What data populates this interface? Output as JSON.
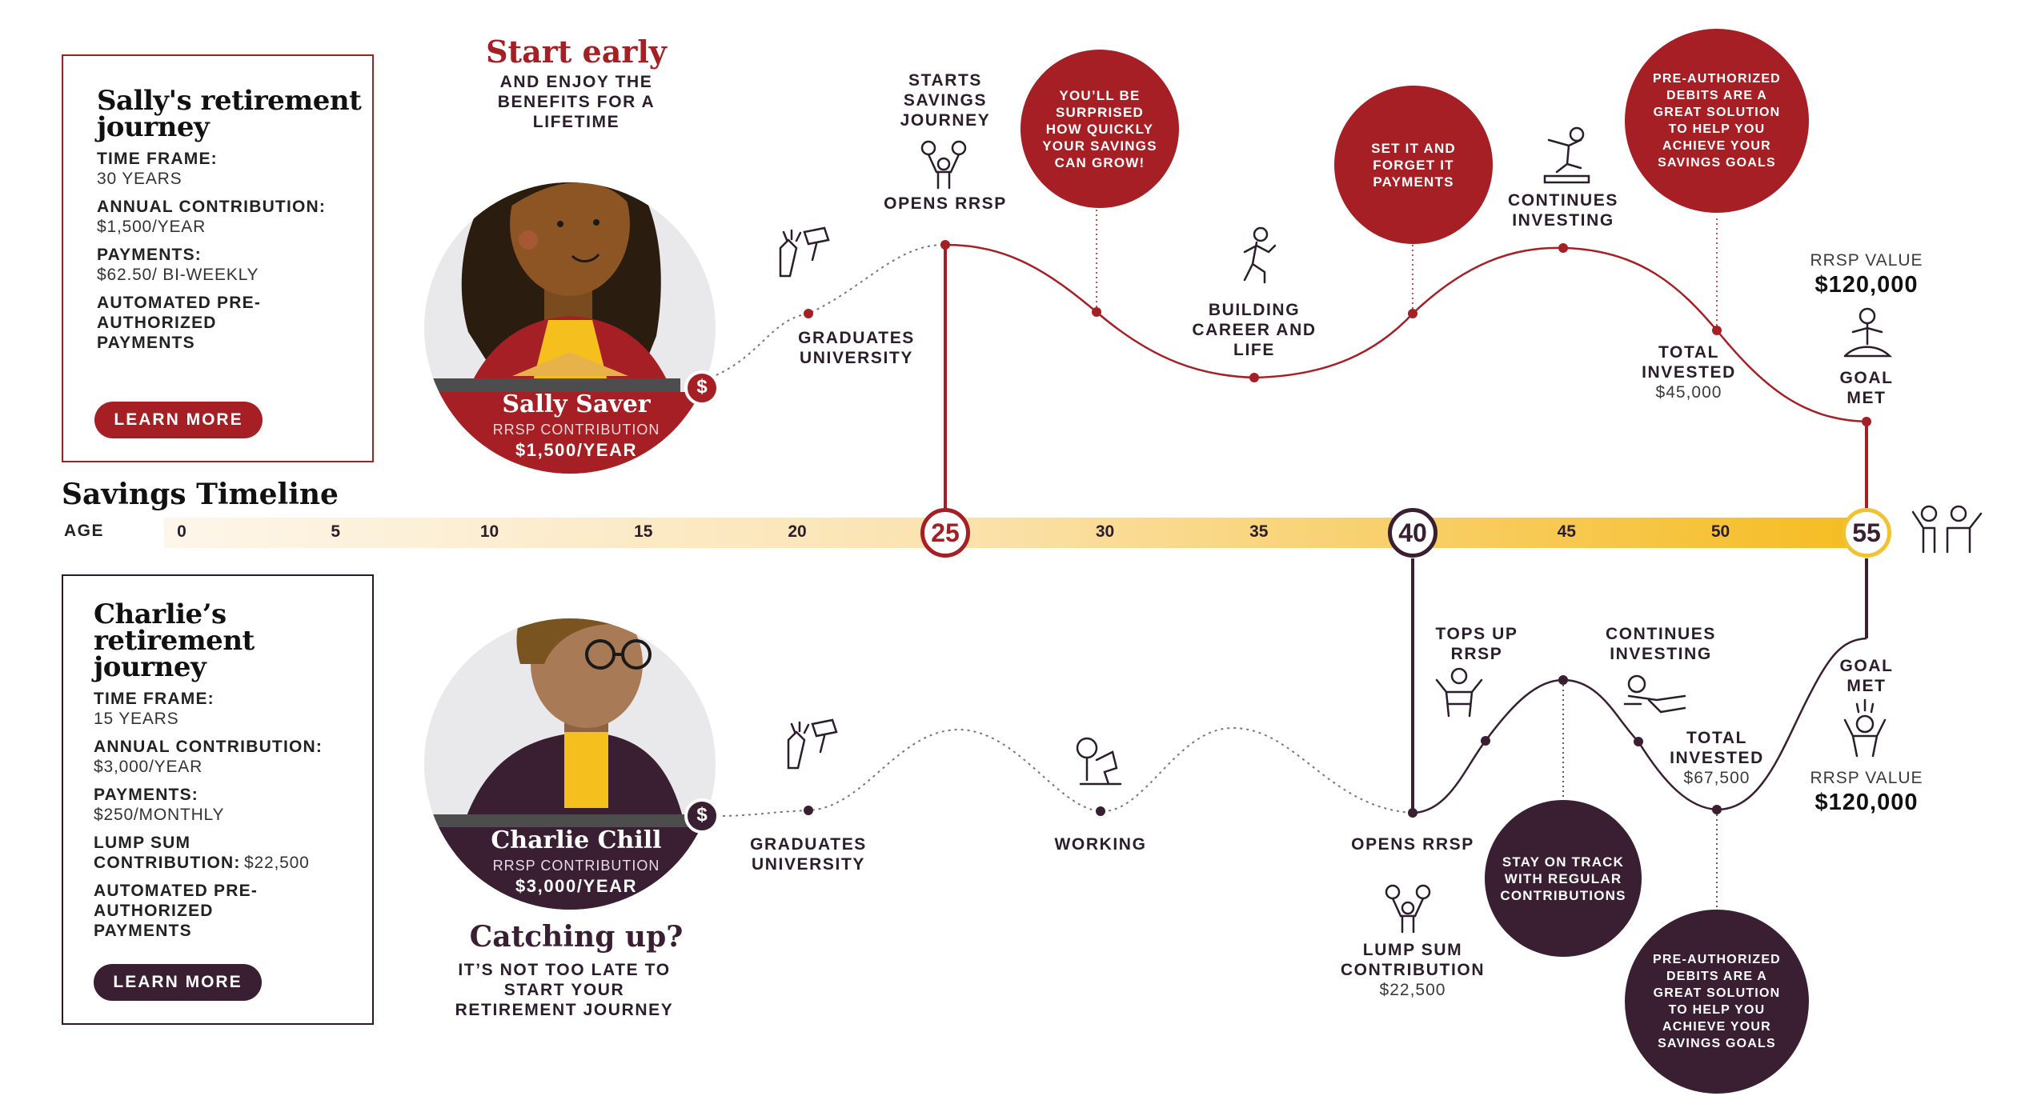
{
  "colors": {
    "sally": "#a51f24",
    "charlie": "#3a1e32",
    "timeline_start": "#fdf3e2",
    "timeline_end": "#f5bb1e",
    "goal": "#f1c232"
  },
  "sally_card": {
    "title": "Sally's retirement journey",
    "time_frame_label": "TIME FRAME:",
    "time_frame": "30 YEARS",
    "annual_label": "ANNUAL CONTRIBUTION:",
    "annual": "$1,500/YEAR",
    "payments_label": "PAYMENTS:",
    "payments": "$62.50/ BI-WEEKLY",
    "automated": "AUTOMATED PRE-AUTHORIZED PAYMENTS",
    "button": "LEARN MORE"
  },
  "charlie_card": {
    "title": "Charlie’s retirement journey",
    "time_frame_label": "TIME FRAME:",
    "time_frame": "15 YEARS",
    "annual_label": "ANNUAL CONTRIBUTION:",
    "annual": "$3,000/YEAR",
    "payments_label": "PAYMENTS:",
    "payments": "$250/MONTHLY",
    "lump_label1": "LUMP SUM",
    "lump_label2": "CONTRIBUTION:",
    "lump": "$22,500",
    "automated": "AUTOMATED PRE-AUTHORIZED PAYMENTS",
    "button": "LEARN MORE"
  },
  "sally_portrait": {
    "heading": "Start early",
    "tagline": "AND ENJOY THE BENEFITS FOR A LIFETIME",
    "name": "Sally Saver",
    "contrib_label": "RRSP CONTRIBUTION",
    "contrib": "$1,500/YEAR"
  },
  "charlie_portrait": {
    "name": "Charlie Chill",
    "contrib_label": "RRSP CONTRIBUTION",
    "contrib": "$3,000/YEAR",
    "heading": "Catching up?",
    "tagline": "IT’S NOT TOO LATE TO START YOUR RETIREMENT JOURNEY"
  },
  "dollar_symbol": "$",
  "timeline": {
    "title": "Savings Timeline",
    "age_label": "AGE",
    "ticks": [
      {
        "label": "0",
        "age": 0
      },
      {
        "label": "5",
        "age": 5
      },
      {
        "label": "10",
        "age": 10
      },
      {
        "label": "15",
        "age": 15
      },
      {
        "label": "20",
        "age": 20
      },
      {
        "label": "25",
        "age": 25
      },
      {
        "label": "30",
        "age": 30
      },
      {
        "label": "35",
        "age": 35
      },
      {
        "label": "40",
        "age": 40
      },
      {
        "label": "45",
        "age": 45
      },
      {
        "label": "50",
        "age": 50
      },
      {
        "label": "55",
        "age": 55
      }
    ],
    "sally_start": "25",
    "charlie_start": "40",
    "goal_age": "55"
  },
  "sally_path": {
    "starts": "STARTS SAVINGS JOURNEY",
    "graduates": "GRADUATES UNIVERSITY",
    "opens": "OPENS RRSP",
    "bubble_surprised": "YOU’LL BE SURPRISED HOW QUICKLY YOUR SAVINGS CAN GROW!",
    "building": "BUILDING CAREER AND LIFE",
    "bubble_set": "SET IT AND FORGET IT PAYMENTS",
    "continues": "CONTINUES INVESTING",
    "bubble_preauth": "PRE-AUTHORIZED DEBITS ARE A GREAT SOLUTION TO HELP YOU ACHIEVE YOUR SAVINGS GOALS",
    "total_label": "TOTAL INVESTED",
    "total": "$45,000",
    "rrsp_label": "RRSP VALUE",
    "rrsp": "$120,000",
    "goal": "GOAL MET"
  },
  "charlie_path": {
    "graduates": "GRADUATES UNIVERSITY",
    "working": "WORKING",
    "opens": "OPENS RRSP",
    "lump_label": "LUMP SUM CONTRIBUTION",
    "lump": "$22,500",
    "tops": "TOPS UP RRSP",
    "bubble_track": "STAY ON TRACK WITH REGULAR CONTRIBUTIONS",
    "continues": "CONTINUES INVESTING",
    "total_label": "TOTAL INVESTED",
    "total": "$67,500",
    "bubble_preauth": "PRE-AUTHORIZED DEBITS ARE A GREAT SOLUTION TO HELP YOU ACHIEVE YOUR SAVINGS GOALS",
    "goal": "GOAL MET",
    "rrsp_label": "RRSP VALUE",
    "rrsp": "$120,000"
  },
  "icons": [
    "graduation-icon",
    "weightlifter-icon",
    "running-icon",
    "yoga-icon",
    "meditation-icon",
    "celebrating-couple-icon",
    "working-icon",
    "relaxing-icon",
    "cheering-icon",
    "dollar-icon"
  ]
}
